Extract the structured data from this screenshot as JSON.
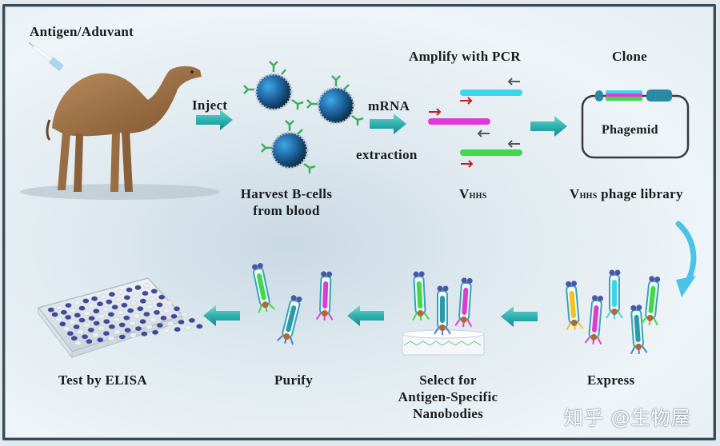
{
  "diagram": {
    "title": "Nanobody generation workflow",
    "steps": [
      {
        "id": "antigen",
        "label": "Antigen/Aduvant"
      },
      {
        "id": "inject",
        "label": "Inject"
      },
      {
        "id": "harvest",
        "label_line1": "Harvest B-cells",
        "label_line2": "from blood"
      },
      {
        "id": "mrna",
        "label_line1": "mRNA",
        "label_line2": "extraction"
      },
      {
        "id": "pcr",
        "label": "Amplify with PCR",
        "product_main": "V",
        "product_sub": "HHS"
      },
      {
        "id": "clone",
        "label": "Clone",
        "vector": "Phagemid",
        "library_main": "V",
        "library_sub": "HHS",
        "library_rest": " phage library"
      },
      {
        "id": "express",
        "label": "Express"
      },
      {
        "id": "select",
        "label_line1": "Select for",
        "label_line2": "Antigen-Specific",
        "label_line3": "Nanobodies"
      },
      {
        "id": "purify",
        "label": "Purify"
      },
      {
        "id": "elisa",
        "label": "Test by ELISA"
      }
    ],
    "colors": {
      "arrow": "#2fb2b0",
      "curved_arrow": "#4cc3e6",
      "primer_forward": "#c0201f",
      "primer_reverse": "#555555",
      "fragment_cyan": "#3fd5e8",
      "fragment_magenta": "#e03ad6",
      "fragment_green": "#3fd94a",
      "nanobody_yellow": "#f2c21b",
      "nanobody_teal": "#2a9aa8",
      "frame_border": "#3a4a55",
      "elisa_well": "#3d4a9a"
    }
  },
  "watermark": {
    "text": "知乎 @生物屋"
  }
}
